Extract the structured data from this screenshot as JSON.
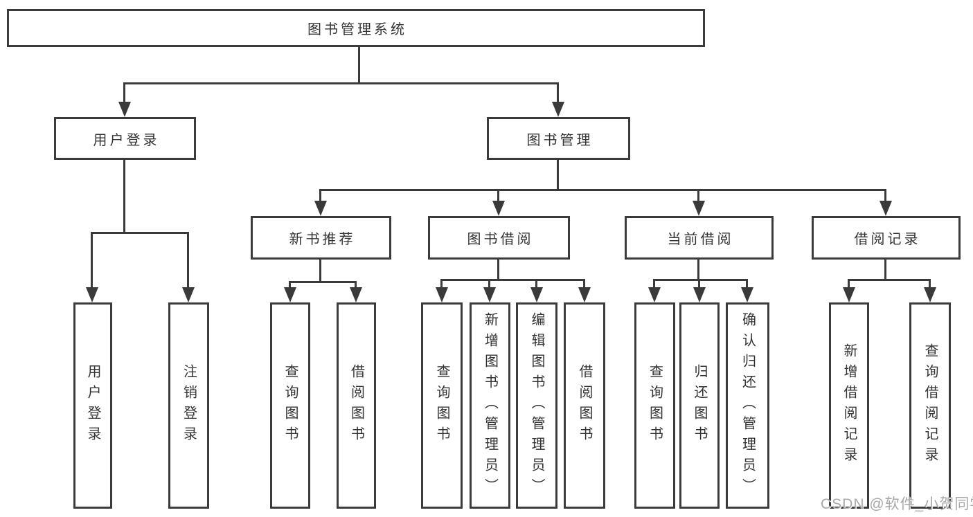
{
  "diagram": {
    "root": "图书管理系统",
    "branches": [
      {
        "label": "用户登录",
        "children": [
          "用户登录",
          "注销登录"
        ]
      },
      {
        "label": "图书管理",
        "children": [
          {
            "label": "新书推荐",
            "children": [
              "查询图书",
              "借阅图书"
            ]
          },
          {
            "label": "图书借阅",
            "children": [
              "查询图书",
              "新增图书（管理员）",
              "编辑图书（管理员）",
              "借阅图书"
            ]
          },
          {
            "label": "当前借阅",
            "children": [
              "查询图书",
              "归还图书",
              "确认归还（管理员）"
            ]
          },
          {
            "label": "借阅记录",
            "children": [
              "新增借阅记录",
              "查询借阅记录"
            ]
          }
        ]
      }
    ],
    "watermark": "CSDN @软件_小贺同学",
    "colors": {
      "line": "#3a3a3a",
      "text": "#333333",
      "watermark": "#a8a8a8",
      "background": "#ffffff"
    }
  }
}
